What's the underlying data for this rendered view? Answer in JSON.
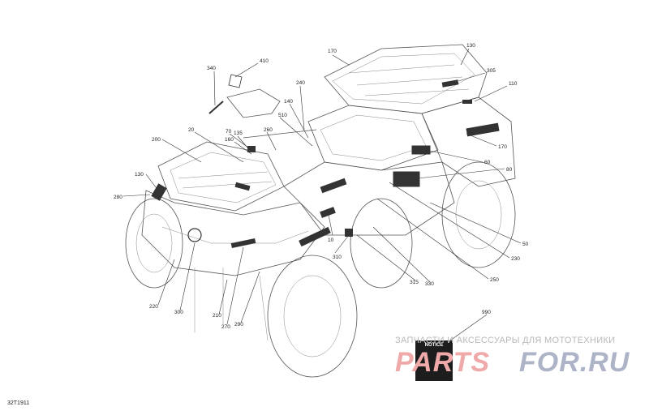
{
  "figure_code": "32T1911",
  "watermark": {
    "top": "ЗАПЧАСТИ И АКСЕССУАРЫ ДЛЯ МОТОТЕХНИКИ",
    "logo_left": "PARTS",
    "logo_right": "FOR.RU"
  },
  "notice_decal": "NOTICE",
  "callouts": [
    {
      "id": "c130a",
      "text": "130"
    },
    {
      "id": "c170a",
      "text": "170"
    },
    {
      "id": "c305",
      "text": "305"
    },
    {
      "id": "c110",
      "text": "110"
    },
    {
      "id": "c340",
      "text": "340"
    },
    {
      "id": "c410",
      "text": "410"
    },
    {
      "id": "c240",
      "text": "240"
    },
    {
      "id": "c140",
      "text": "140"
    },
    {
      "id": "c510",
      "text": "510"
    },
    {
      "id": "c20",
      "text": "20"
    },
    {
      "id": "c70",
      "text": "70"
    },
    {
      "id": "c135",
      "text": "135"
    },
    {
      "id": "c260",
      "text": "260"
    },
    {
      "id": "c160",
      "text": "160"
    },
    {
      "id": "c200a",
      "text": "200"
    },
    {
      "id": "c170b",
      "text": "170"
    },
    {
      "id": "c60",
      "text": "60"
    },
    {
      "id": "c80",
      "text": "80"
    },
    {
      "id": "c130b",
      "text": "130"
    },
    {
      "id": "c280",
      "text": "280"
    },
    {
      "id": "c50",
      "text": "50"
    },
    {
      "id": "c10",
      "text": "10"
    },
    {
      "id": "c310",
      "text": "310"
    },
    {
      "id": "c230",
      "text": "230"
    },
    {
      "id": "c250",
      "text": "250"
    },
    {
      "id": "c315",
      "text": "315"
    },
    {
      "id": "c330",
      "text": "330"
    },
    {
      "id": "c220",
      "text": "220"
    },
    {
      "id": "c300",
      "text": "300"
    },
    {
      "id": "c210",
      "text": "210"
    },
    {
      "id": "c270",
      "text": "270"
    },
    {
      "id": "c290",
      "text": "290"
    },
    {
      "id": "c990",
      "text": "990"
    }
  ]
}
